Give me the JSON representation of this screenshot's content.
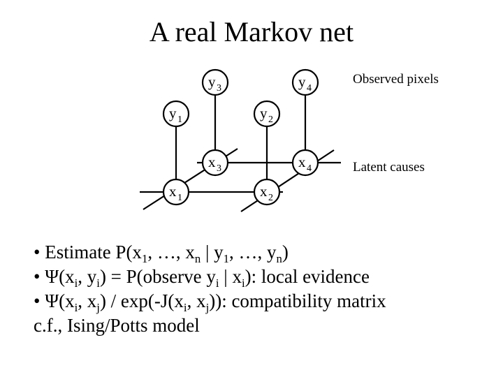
{
  "title": "A real Markov net",
  "graph": {
    "observed_label": "Observed pixels",
    "latent_label": "Latent causes",
    "nodes": [
      {
        "id": "y3",
        "base": "y",
        "sub": "3"
      },
      {
        "id": "y4",
        "base": "y",
        "sub": "4"
      },
      {
        "id": "y1",
        "base": "y",
        "sub": "1"
      },
      {
        "id": "y2",
        "base": "y",
        "sub": "2"
      },
      {
        "id": "x3",
        "base": "x",
        "sub": "3"
      },
      {
        "id": "x4",
        "base": "x",
        "sub": "4"
      },
      {
        "id": "x1",
        "base": "x",
        "sub": "1"
      },
      {
        "id": "x2",
        "base": "x",
        "sub": "2"
      }
    ]
  },
  "bullets": {
    "b1": {
      "a": "• Estimate P(x",
      "s1": "1",
      "b": ", …, x",
      "s2": "n",
      "c": " | y",
      "s3": "1",
      "d": ", …, y",
      "s4": "n",
      "e": ")"
    },
    "b2": {
      "a": "• Ψ(x",
      "s1": "i",
      "b": ", y",
      "s2": "i",
      "c": ") = P(observe y",
      "s3": "i",
      "d": " | x",
      "s4": "i",
      "e": "): local evidence"
    },
    "b3": {
      "a": "• Ψ(x",
      "s1": "i",
      "b": ", x",
      "s2": "j",
      "c": ") / exp(-J(x",
      "s3": "i",
      "d": ", x",
      "s4": "j",
      "e": ")): compatibility matrix"
    },
    "cf": "c.f., Ising/Potts model"
  }
}
